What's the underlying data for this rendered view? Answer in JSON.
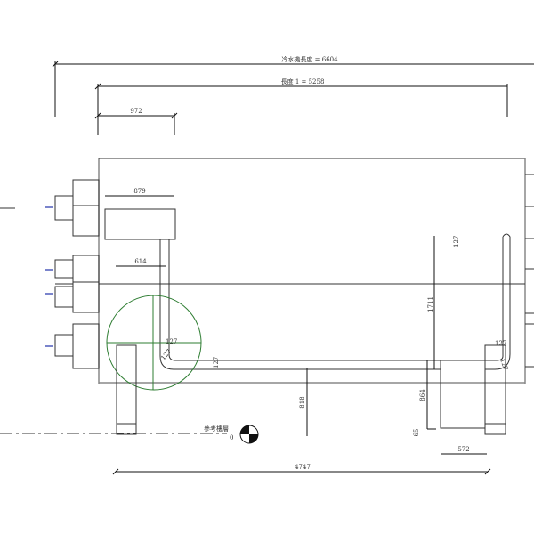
{
  "dimensions": {
    "chiller_length": "冷水機長度 = 6604",
    "length_1": "長度 1 = 5258",
    "d972": "972",
    "d879": "879",
    "d614": "614",
    "d127_a": "127",
    "d127_b": "127",
    "d127_c": "127",
    "d127_d": "127",
    "d127_e": "127",
    "d127_f": "127",
    "d1711": "1711",
    "d818": "818",
    "d864": "864",
    "d65": "65",
    "d572": "572",
    "d4747": "4747"
  },
  "reference_level": {
    "label": "參考樓層",
    "value": "0"
  },
  "colors": {
    "lines": "#333333",
    "focus_circle": "#2e7d32",
    "connectors": "#2233aa"
  }
}
